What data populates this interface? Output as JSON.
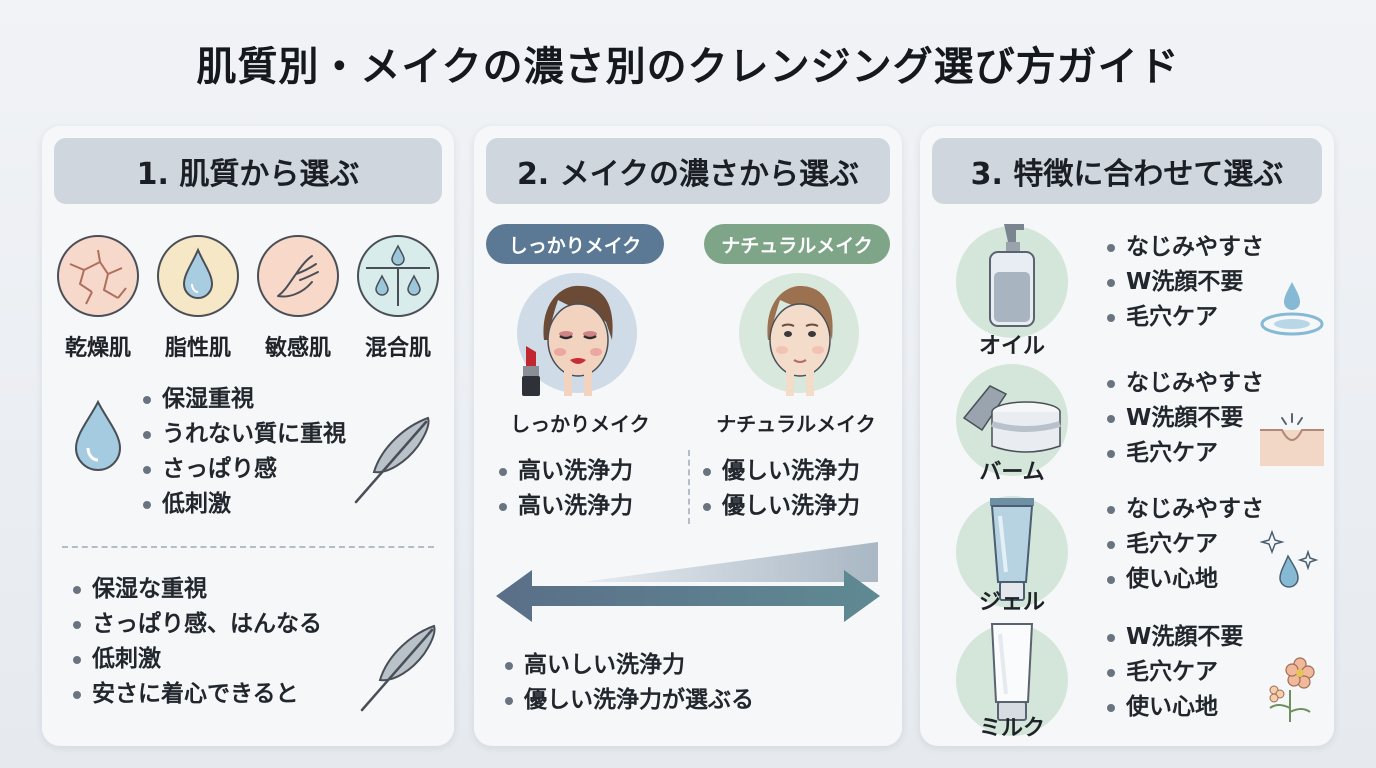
{
  "title": "肌質別・メイクの濃さ別のクレンジング選び方ガイド",
  "colors": {
    "panel_header": "#cfd6de",
    "pill_heavy": "#5b7894",
    "pill_natural": "#7fa589",
    "arrow": "#5c7687"
  },
  "section1": {
    "heading": "1. 肌質から選ぶ",
    "skin_types": [
      {
        "label": "乾燥肌",
        "icon": "cracked-skin-icon"
      },
      {
        "label": "脂性肌",
        "icon": "oil-drop-icon"
      },
      {
        "label": "敏感肌",
        "icon": "sensitive-hand-icon"
      },
      {
        "label": "混合肌",
        "icon": "combination-drops-icon"
      }
    ],
    "list1": [
      "保湿重視",
      "うれない質に重視",
      "さっぱり感",
      "低刺激"
    ],
    "list2": [
      "保湿な重視",
      "さっぱり感、はんなる",
      "低刺激",
      "安さに着心できると"
    ]
  },
  "section2": {
    "heading": "2. メイクの濃さから選ぶ",
    "pill_heavy": "しっかりメイク",
    "pill_natural": "ナチュラルメイク",
    "caption_heavy": "しっかりメイク",
    "caption_natural": "ナチュラルメイク",
    "list_heavy": [
      "高い洗浄力",
      "高い洗浄力"
    ],
    "list_natural": [
      "優しい洗浄力",
      "優しい洗浄力"
    ],
    "bottom_list": [
      "高いしい洗浄力",
      "優しい洗浄力が選ぶる"
    ]
  },
  "section3": {
    "heading": "3. 特徴に合わせて選ぶ",
    "products": [
      {
        "label": "オイル",
        "icon": "oil-bottle-icon",
        "features": [
          "なじみやすさ",
          "W洗顔不要",
          "毛穴ケア"
        ]
      },
      {
        "label": "バーム",
        "icon": "balm-jar-icon",
        "features": [
          "なじみやすさ",
          "W洗顔不要",
          "毛穴ケア"
        ]
      },
      {
        "label": "ジェル",
        "icon": "gel-tube-icon",
        "features": [
          "なじみやすさ",
          "毛穴ケア",
          "使い心地"
        ]
      },
      {
        "label": "ミルク",
        "icon": "milk-tube-icon",
        "features": [
          "W洗顔不要",
          "毛穴ケア",
          "使い心地"
        ]
      }
    ]
  }
}
